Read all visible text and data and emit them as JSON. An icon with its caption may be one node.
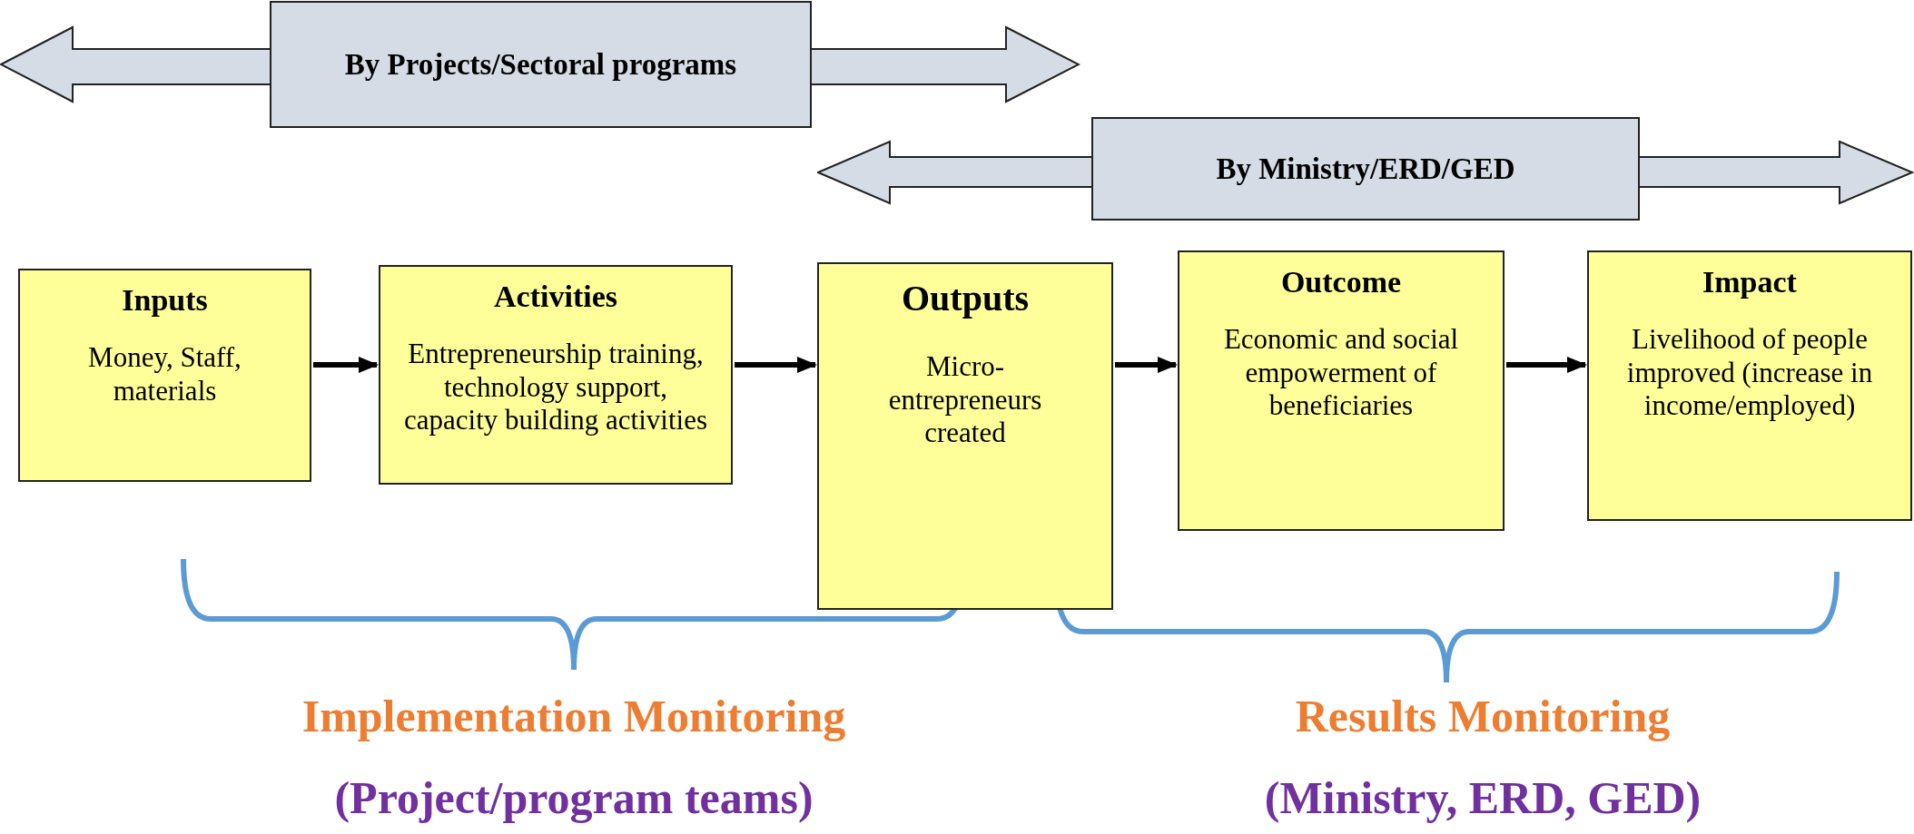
{
  "diagram": {
    "nodes": [
      {
        "text": [
          "By Projects/Sectoral programs"
        ]
      },
      {
        "text": [
          "By Ministry/ERD/GED"
        ]
      },
      {
        "text": [
          "Inputs",
          "Money, Staff, materials"
        ]
      },
      {
        "text": [
          "Activities",
          "Entrepreneurship training, technology support, capacity building activities"
        ]
      },
      {
        "text": [
          "Outputs",
          "Micro-entrepreneurs created"
        ]
      },
      {
        "text": [
          "Outcome",
          "Economic and social empowerment of beneficiaries"
        ]
      },
      {
        "text": [
          "Impact",
          "Livelihood of people improved (increase in income/employed)"
        ]
      }
    ],
    "edges": [
      {
        "from": 2,
        "to": 3,
        "arrow": "to"
      },
      {
        "from": 3,
        "to": 4,
        "arrow": "to"
      },
      {
        "from": 4,
        "to": 5,
        "arrow": "to"
      },
      {
        "from": 5,
        "to": 6,
        "arrow": "to"
      }
    ],
    "labels": [
      "Implementation Monitoring",
      "(Project/program teams)",
      "Results Monitoring",
      "(Ministry, ERD, GED)"
    ]
  }
}
